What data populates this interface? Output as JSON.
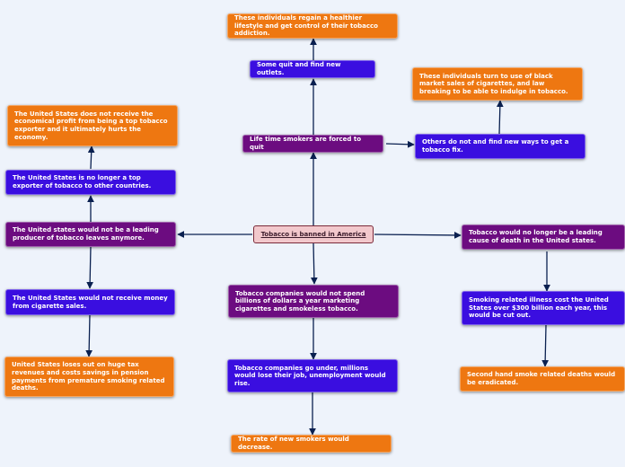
{
  "root": "Tobacco is banned in America",
  "nodes": {
    "healthier": "These individuals regain a healthier lifestyle and get control of their tobacco addiction.",
    "quit": "Some quit and find new outlets.",
    "lifetime": "Life time smokers are forced to quit",
    "black_market": "These individuals turn to use of black market sales of cigarettes, and law breaking to be able to indulge in tobacco.",
    "others": "Others do not and find new ways to get a tobacco fix.",
    "economical": "The United States does not receive the economical profit from being a top tobacco exporter and it ultimately hurts the economy.",
    "not_top": "The United States is no longer a top exporter of tobacco to other countries.",
    "not_leading_producer": "The United states would not be a leading producer of tobacco leaves anymore.",
    "no_money": "The United States would not receive money from cigarette sales.",
    "loses_revenue": "United States loses out on huge tax revenues and costs savings in pension payments from premature smoking related deaths.",
    "no_spend": "Tobacco companies would not spend billions of dollars a year marketing cigarettes and smokeless tobacco.",
    "companies_under": "Tobacco companies go under, millions would lose their job, unemployment would rise.",
    "rate_decrease": "The rate of new smokers would decrease.",
    "no_leading_cause": "Tobacco would no longer be a leading cause of death in the United states.",
    "illness_cost": "Smoking related illness cost the United States over $300 billion each year, this would be cut out.",
    "second_hand": "Second hand smoke related deaths would be eradicated."
  },
  "colors": {
    "orange": "#ee7711",
    "blue": "#3a0ee0",
    "purple": "#6c0c80",
    "root_fill": "#f2c8cc",
    "connector": "#0a2050",
    "background": "#eef3fb"
  }
}
